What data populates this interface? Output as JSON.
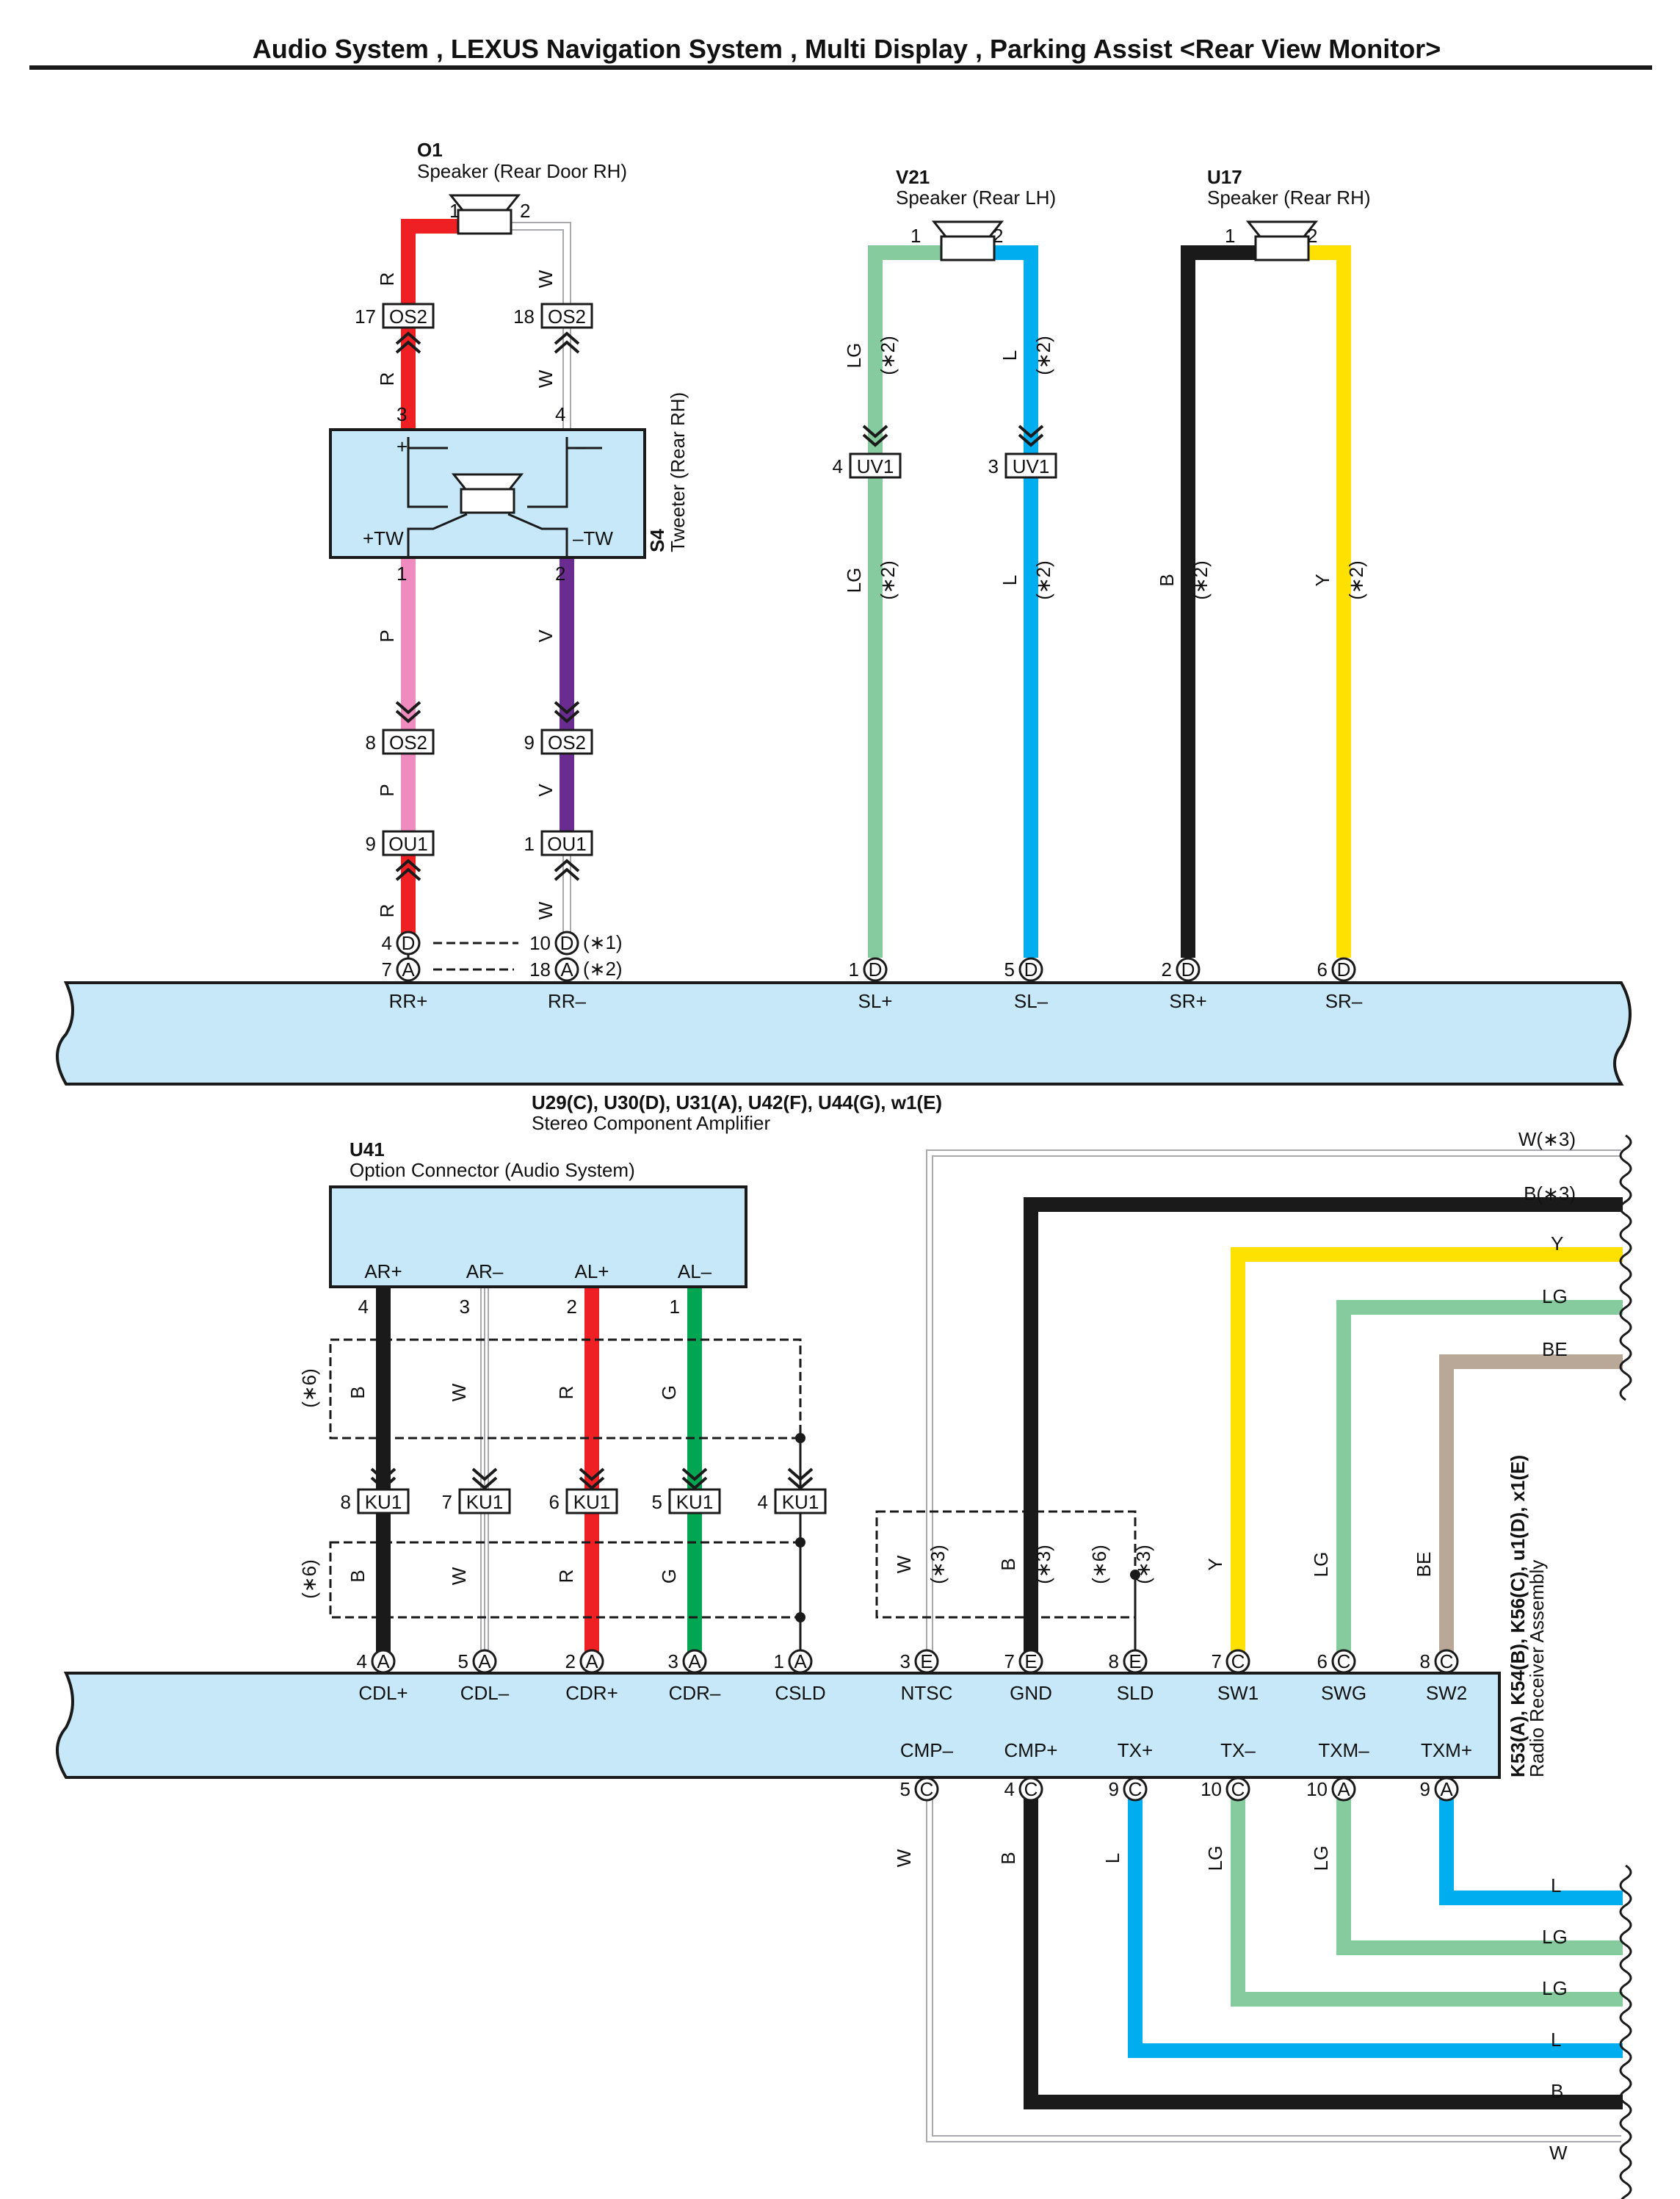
{
  "header": {
    "title": "Audio System , LEXUS Navigation System , Multi Display , Parking Assist <Rear View Monitor>"
  },
  "components": {
    "o1": {
      "code": "O1",
      "name": "Speaker (Rear Door RH)",
      "pin1": "1",
      "pin2": "2"
    },
    "v21": {
      "code": "V21",
      "name": "Speaker (Rear LH)",
      "pin1": "1",
      "pin2": "2"
    },
    "u17": {
      "code": "U17",
      "name": "Speaker (Rear RH)",
      "pin1": "1",
      "pin2": "2"
    },
    "s4": {
      "code": "S4",
      "name": "Tweeter (Rear RH)",
      "plus": "+",
      "minus": "–",
      "plus_tw": "+TW",
      "minus_tw": "–TW",
      "pin3": "3",
      "pin4": "4",
      "pin1": "1",
      "pin2": "2"
    },
    "amplifier": {
      "code": "U29(C), U30(D), U31(A), U42(F), U44(G), w1(E)",
      "name": "Stereo Component Amplifier"
    },
    "u41": {
      "code": "U41",
      "name": "Option Connector (Audio System)",
      "pins": [
        "AR+",
        "AR–",
        "AL+",
        "AL–"
      ],
      "pin_nums": [
        "4",
        "3",
        "2",
        "1"
      ]
    },
    "receiver": {
      "code": "K53(A), K54(B), K56(C), u1(D), x1(E)",
      "name": "Radio Receiver Assembly"
    }
  },
  "connectors": {
    "os2_17": {
      "num": "17",
      "code": "OS2"
    },
    "os2_18": {
      "num": "18",
      "code": "OS2"
    },
    "os2_8": {
      "num": "8",
      "code": "OS2"
    },
    "os2_9": {
      "num": "9",
      "code": "OS2"
    },
    "ou1_9": {
      "num": "9",
      "code": "OU1"
    },
    "ou1_1": {
      "num": "1",
      "code": "OU1"
    },
    "uv1_4": {
      "num": "4",
      "code": "UV1"
    },
    "uv1_3": {
      "num": "3",
      "code": "UV1"
    },
    "ku1": [
      {
        "num": "8",
        "code": "KU1"
      },
      {
        "num": "7",
        "code": "KU1"
      },
      {
        "num": "6",
        "code": "KU1"
      },
      {
        "num": "5",
        "code": "KU1"
      },
      {
        "num": "4",
        "code": "KU1"
      }
    ]
  },
  "wire_colors": {
    "r": "R",
    "w": "W",
    "p": "P",
    "v": "V",
    "lg": "LG",
    "l": "L",
    "b": "B",
    "y": "Y",
    "g": "G",
    "be": "BE",
    "note1": "(∗1)",
    "note2": "(∗2)",
    "note3": "(∗3)",
    "note6": "(∗6)",
    "w_note3": "W(∗3)",
    "b_note3": "B(∗3)"
  },
  "amp_terminals": [
    {
      "num": "4",
      "letter": "D",
      "label": ""
    },
    {
      "num": "7",
      "letter": "A",
      "label": "RR+"
    },
    {
      "num": "10",
      "letter": "D",
      "label": ""
    },
    {
      "num": "18",
      "letter": "A",
      "label": "RR–"
    },
    {
      "num": "1",
      "letter": "D",
      "label": "SL+"
    },
    {
      "num": "5",
      "letter": "D",
      "label": "SL–"
    },
    {
      "num": "2",
      "letter": "D",
      "label": "SR+"
    },
    {
      "num": "6",
      "letter": "D",
      "label": "SR–"
    }
  ],
  "receiver_top_terminals": [
    {
      "num": "4",
      "letter": "A",
      "label": "CDL+"
    },
    {
      "num": "5",
      "letter": "A",
      "label": "CDL–"
    },
    {
      "num": "2",
      "letter": "A",
      "label": "CDR+"
    },
    {
      "num": "3",
      "letter": "A",
      "label": "CDR–"
    },
    {
      "num": "1",
      "letter": "A",
      "label": "CSLD"
    },
    {
      "num": "3",
      "letter": "E",
      "label": "NTSC"
    },
    {
      "num": "7",
      "letter": "E",
      "label": "GND"
    },
    {
      "num": "8",
      "letter": "E",
      "label": "SLD"
    },
    {
      "num": "7",
      "letter": "C",
      "label": "SW1"
    },
    {
      "num": "6",
      "letter": "C",
      "label": "SWG"
    },
    {
      "num": "8",
      "letter": "C",
      "label": "SW2"
    }
  ],
  "receiver_bottom_terminals": [
    {
      "num": "5",
      "letter": "C",
      "label": "CMP–"
    },
    {
      "num": "4",
      "letter": "C",
      "label": "CMP+"
    },
    {
      "num": "9",
      "letter": "C",
      "label": "TX+"
    },
    {
      "num": "10",
      "letter": "C",
      "label": "TX–"
    },
    {
      "num": "10",
      "letter": "A",
      "label": "TXM–"
    },
    {
      "num": "9",
      "letter": "A",
      "label": "TXM+"
    }
  ],
  "colors": {
    "red": "#ee2024",
    "white": "#ffffff",
    "pink": "#ef8bbe",
    "violet": "#6a2c91",
    "lightgreen": "#86cb9d",
    "blue": "#00aeef",
    "black": "#1a1a1a",
    "yellow": "#ffe100",
    "green": "#00a651",
    "beige": "#b9a897",
    "panel": "#c7e8f8",
    "outline": "#1a1a1a",
    "gray": "#a7a9ac"
  }
}
